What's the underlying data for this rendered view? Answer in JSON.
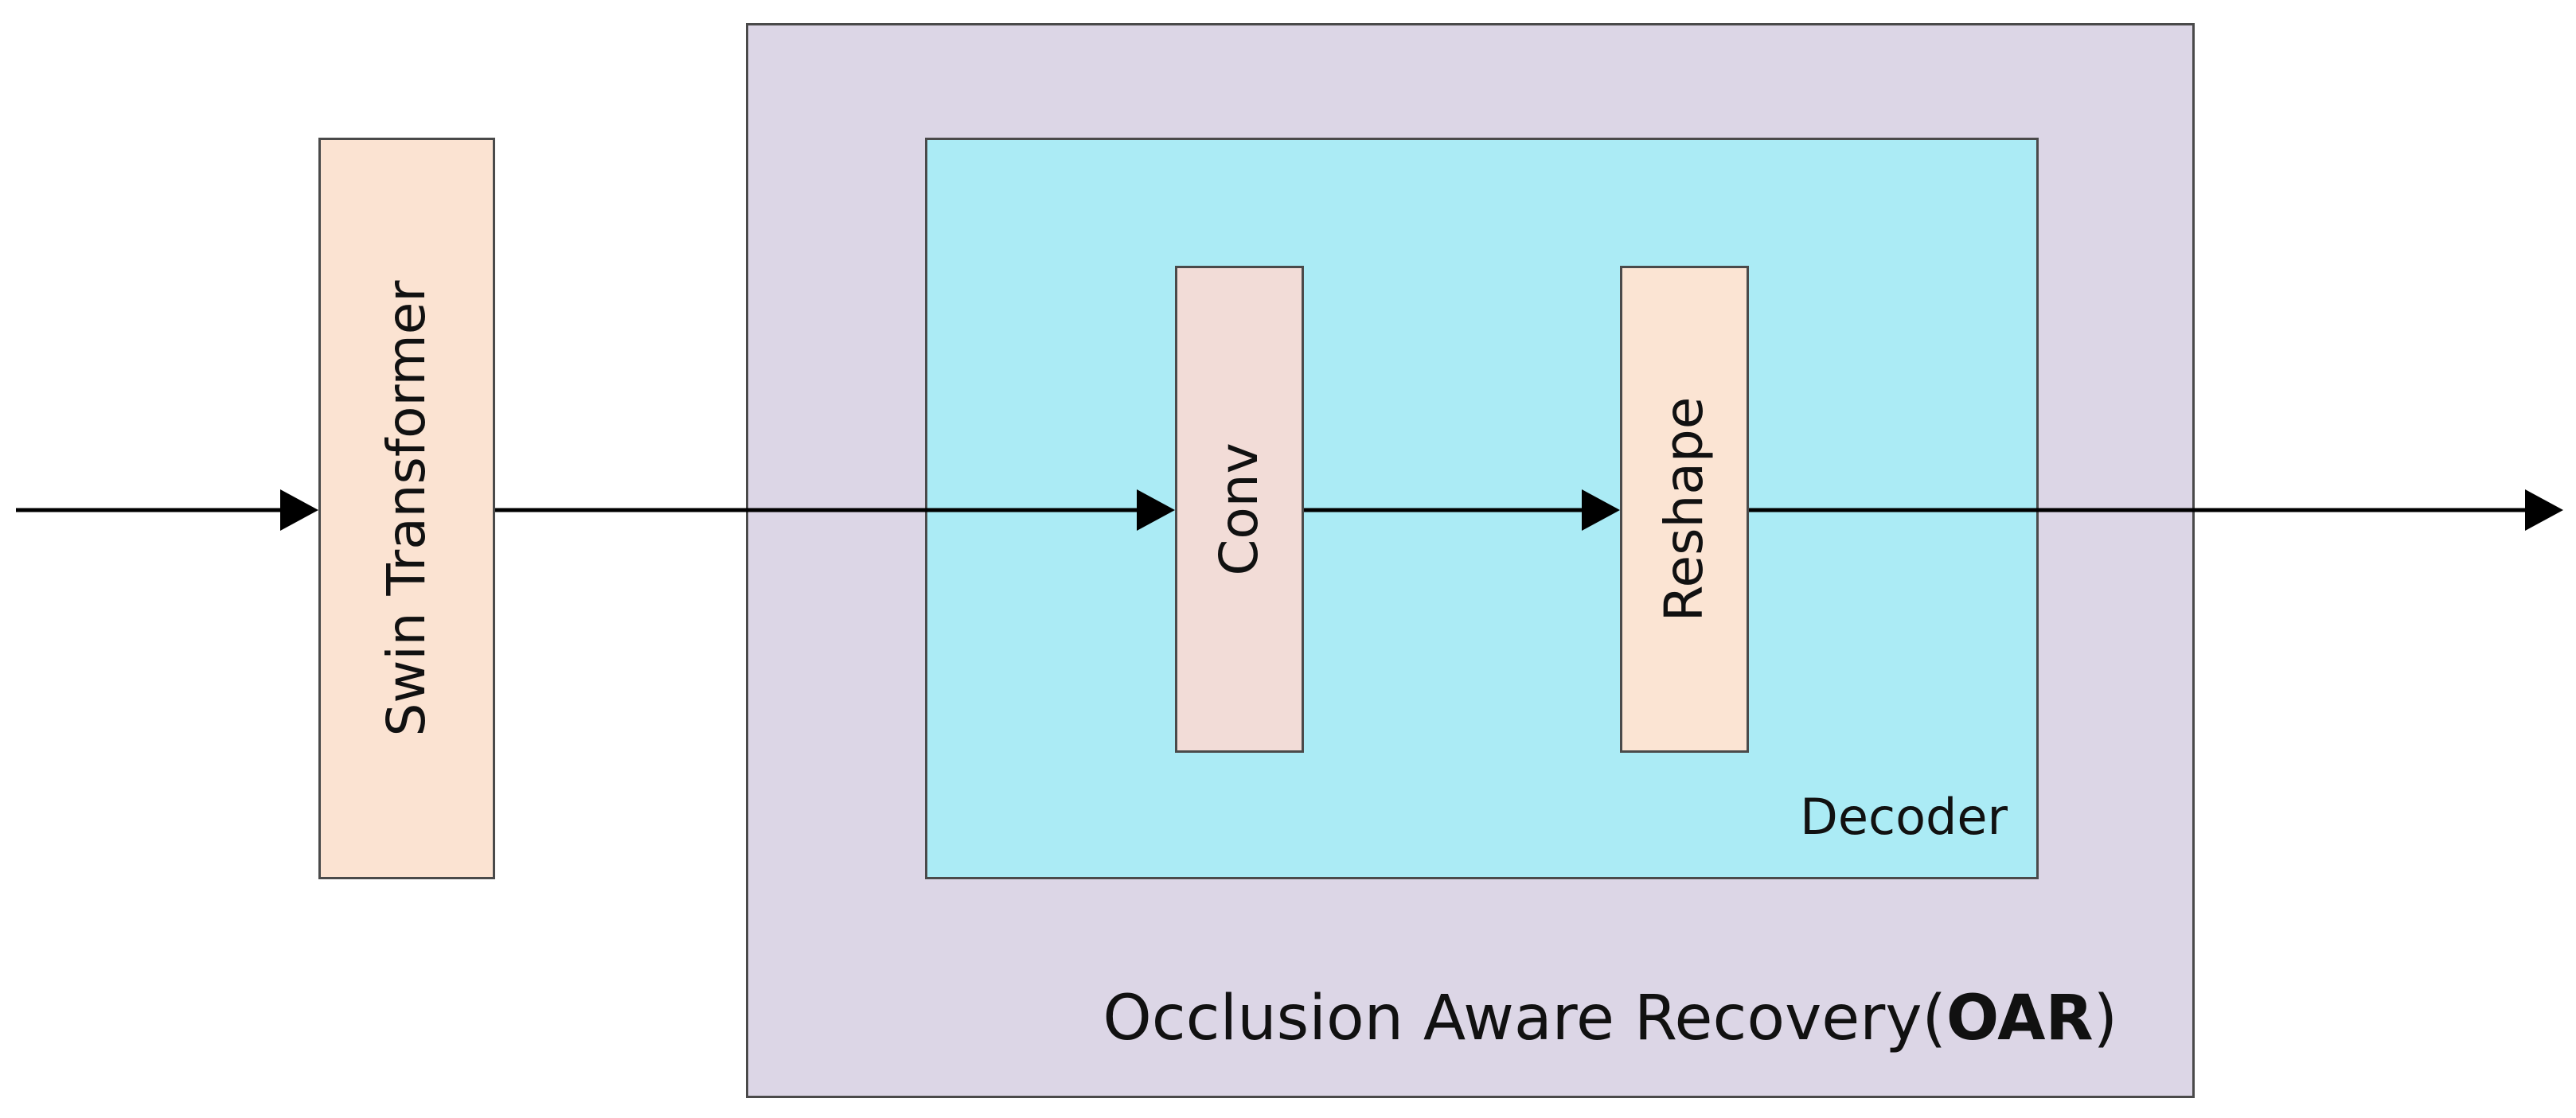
{
  "colors": {
    "oar_fill": "#dcd6e6",
    "decoder_fill": "#abebf5",
    "swin_fill": "#fbe3d2",
    "conv_fill": "#f2dcd7",
    "reshape_fill": "#fbe4d3",
    "stroke": "#4a4a4a",
    "arrow": "#000000"
  },
  "blocks": {
    "swin": {
      "label": "Swin Transformer"
    },
    "conv": {
      "label": "Conv"
    },
    "reshape": {
      "label": "Reshape"
    }
  },
  "containers": {
    "decoder": {
      "label": "Decoder"
    },
    "oar": {
      "label_prefix": "Occlusion Aware Recovery(",
      "label_bold": "OAR",
      "label_suffix": ")"
    }
  }
}
